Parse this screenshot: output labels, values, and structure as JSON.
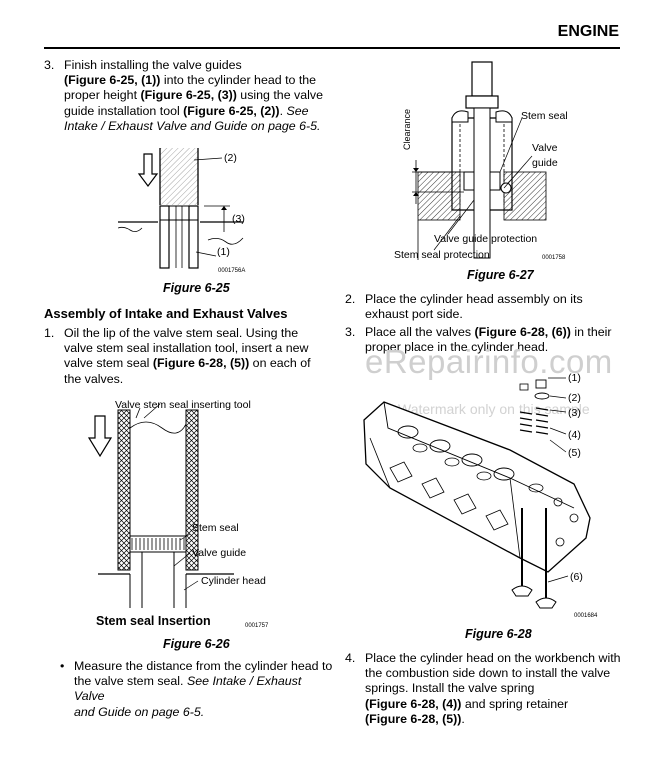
{
  "header": {
    "title": "ENGINE"
  },
  "left": {
    "step3": {
      "num": "3.",
      "lines": [
        "Finish installing the valve guides",
        "(Figure 6-25, (1)) into the cylinder head to the",
        "proper height (Figure 6-25, (3)) using the valve",
        "guide installation tool (Figure 6-25, (2)). See",
        "Intake / Exhaust Valve and Guide on page 6-5."
      ]
    },
    "fig25": {
      "caption": "Figure 6-25",
      "label1": "(1)",
      "label2": "(2)",
      "label3": "(3)",
      "code": "0001756A"
    },
    "section_title": "Assembly of Intake and Exhaust Valves",
    "step1": {
      "num": "1.",
      "lines": [
        "Oil the lip of the valve stem seal. Using the",
        "valve stem seal installation tool, insert a new",
        "valve stem seal (Figure 6-28, (5)) on each of",
        "the valves."
      ]
    },
    "fig26": {
      "caption": "Figure 6-26",
      "tool_label": "Valve stem seal inserting tool",
      "stem_seal": "Stem seal",
      "valve_guide": "Valve guide",
      "cylinder_head": "Cylinder head",
      "title": "Stem seal Insertion",
      "code": "0001757"
    },
    "bullet": {
      "mark": "•",
      "lines": [
        "Measure the distance from the cylinder head to",
        "the valve stem seal. See Intake / Exhaust Valve",
        "and Guide on page 6-5."
      ]
    }
  },
  "right": {
    "fig27": {
      "caption": "Figure 6-27",
      "stem_seal": "Stem seal",
      "valve": "Valve",
      "guide": "guide",
      "clearance": "Clearance",
      "vg_protection": "Valve guide protection",
      "ss_protection": "Stem seal protection",
      "code": "0001758"
    },
    "step2": {
      "num": "2.",
      "lines": [
        "Place the cylinder head assembly on its",
        "exhaust port side."
      ]
    },
    "step3": {
      "num": "3.",
      "lines": [
        "Place all the valves (Figure 6-28, (6)) in their",
        "proper place in the cylinder head."
      ]
    },
    "fig28": {
      "caption": "Figure 6-28",
      "labels": [
        "(1)",
        "(2)",
        "(3)",
        "(4)",
        "(5)",
        "(6)"
      ],
      "code": "0001684"
    },
    "step4": {
      "num": "4.",
      "lines": [
        "Place the cylinder head on the workbench with",
        "the combustion side down to install the valve",
        "springs. Install the valve spring",
        "(Figure 6-28, (4)) and spring retainer",
        "(Figure 6-28, (5))."
      ]
    }
  },
  "watermark": {
    "main": "eRepairinfo.com",
    "sub": "Watermark only on this sample"
  },
  "colors": {
    "text": "#000000",
    "watermark": "#cfcfcf"
  }
}
